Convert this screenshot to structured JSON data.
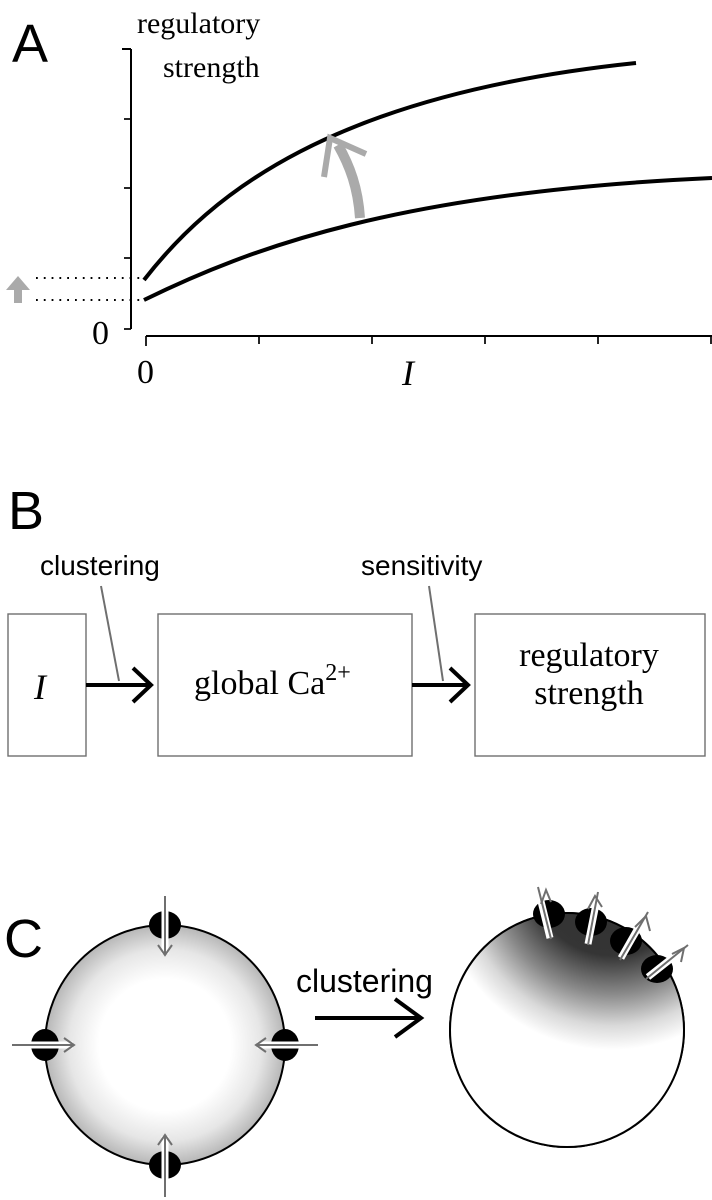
{
  "panel_a": {
    "letter": "A",
    "y_label_line1": "regulatory",
    "y_label_line2": "strength",
    "y_zero": "0",
    "x_zero": "0",
    "x_label": "I"
  },
  "panel_b": {
    "letter": "B",
    "input_box": "I",
    "middle_box_text": "global Ca",
    "middle_box_superscript": "2+",
    "output_line1": "regulatory",
    "output_line2": "strength",
    "first_arrow_label": "clustering",
    "second_arrow_label": "sensitivity"
  },
  "panel_c": {
    "letter": "C",
    "arrow_label": "clustering"
  },
  "colors": {
    "black": "#000000",
    "gray_arrow": "#aaaaaa",
    "gray_line": "#6f6f6f"
  }
}
